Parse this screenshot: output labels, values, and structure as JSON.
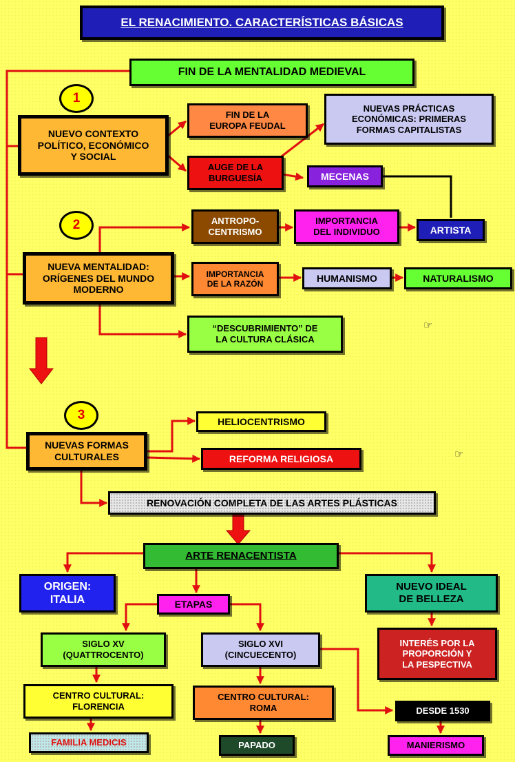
{
  "title": "EL RENACIMIENTO. CARACTERÍSTICAS BÁSICAS",
  "colors": {
    "background": "#FFFF66",
    "arrow": "#E01010",
    "connector": "#000000"
  },
  "nodes": {
    "fin_mentalidad": "FIN DE LA MENTALIDAD MEDIEVAL",
    "nuevo_contexto": "NUEVO CONTEXTO\nPOLÍTICO, ECONÓMICO\nY SOCIAL",
    "fin_europa": "FIN DE LA\nEUROPA FEUDAL",
    "nuevas_practicas": "NUEVAS PRÁCTICAS\nECONÓMICAS: PRIMERAS\nFORMAS CAPITALISTAS",
    "auge_burguesia": "AUGE DE LA\nBURGUESÍA",
    "mecenas": "MECENAS",
    "antropocentrismo": "ANTROPO-\nCENTRISMO",
    "importancia_individuo": "IMPORTANCIA\nDEL INDIVIDUO",
    "artista": "ARTISTA",
    "nueva_mentalidad": "NUEVA MENTALIDAD:\nORÍGENES DEL MUNDO\nMODERNO",
    "importancia_razon": "IMPORTANCIA\nDE LA RAZÓN",
    "humanismo": "HUMANISMO",
    "naturalismo": "NATURALISMO",
    "descubrimiento": "“DESCUBRIMIENTO” DE\nLA CULTURA CLÁSICA",
    "nuevas_formas": "NUEVAS FORMAS\nCULTURALES",
    "heliocentrismo": "HELIOCENTRISMO",
    "reforma": "REFORMA RELIGIOSA",
    "renovacion": "RENOVACIÓN COMPLETA DE LAS ARTES PLÁSTICAS",
    "arte_renacentista": "ARTE RENACENTISTA",
    "origen": "ORIGEN:\nITALIA",
    "etapas": "ETAPAS",
    "nuevo_ideal": "NUEVO IDEAL\nDE BELLEZA",
    "siglo_xv": "SIGLO XV\n(QUATTROCENTO)",
    "siglo_xvi": "SIGLO XVI\n(CINCUECENTO)",
    "interes": "INTERÉS POR LA\nPROPORCIÓN Y\nLA PESPECTIVA",
    "centro_florencia": "CENTRO CULTURAL:\nFLORENCIA",
    "centro_roma": "CENTRO CULTURAL:\nROMA",
    "desde_1530": "DESDE 1530",
    "familia_medicis": "FAMILIA MEDICIS",
    "papado": "PAPADO",
    "manierismo": "MANIERISMO"
  },
  "steps": [
    "1",
    "2",
    "3"
  ],
  "icons": {
    "pointer_1": "pointing-hand-icon",
    "pointer_2": "pointing-hand-icon",
    "pointer_glyph": "☞"
  }
}
